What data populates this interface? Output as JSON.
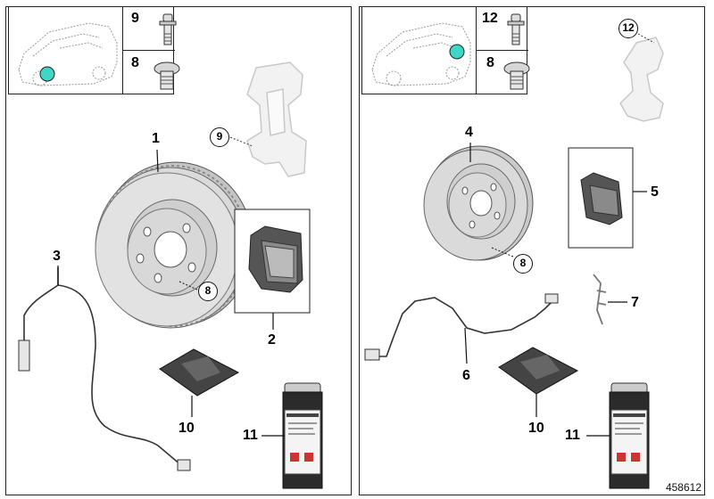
{
  "left_panel": {
    "inset_top_number": "9",
    "inset_bottom_number": "8",
    "labels": {
      "disc": "1",
      "pads": "2",
      "sensor": "3",
      "caliper_circle": "9",
      "bolt_circle": "8",
      "grease": "10",
      "spray": "11"
    }
  },
  "right_panel": {
    "inset_top_number": "12",
    "inset_bottom_number": "8",
    "labels": {
      "disc": "4",
      "pads": "5",
      "sensor": "6",
      "spring": "7",
      "carrier_circle": "12",
      "bolt_circle": "8",
      "grease": "10",
      "spray": "11"
    }
  },
  "image_number": "458612",
  "colors": {
    "marker": "#3fd6c6",
    "line": "#111111"
  }
}
